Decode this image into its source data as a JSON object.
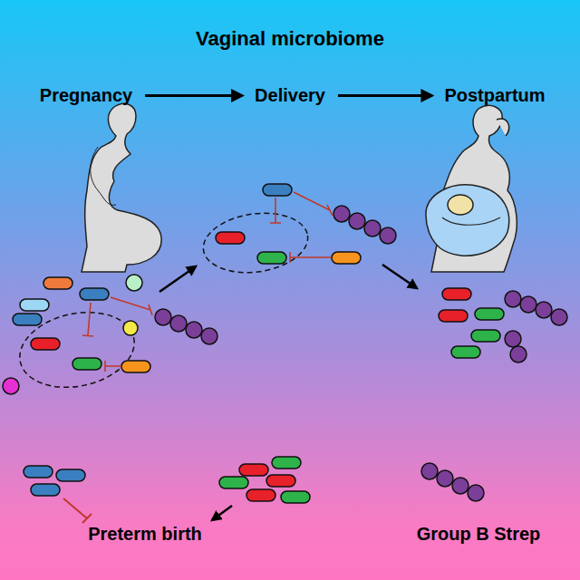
{
  "diagram": {
    "title": "Vaginal microbiome",
    "nodes": [
      {
        "text": [
          "Pregnancy"
        ]
      },
      {
        "text": [
          "Delivery"
        ]
      },
      {
        "text": [
          "Postpartum"
        ]
      }
    ],
    "edges": [
      {
        "from": 0,
        "to": 1,
        "arrow": "to"
      },
      {
        "from": 1,
        "to": 2,
        "arrow": "to"
      }
    ],
    "labels": [
      "Preterm birth",
      "Group B Strep"
    ]
  }
}
